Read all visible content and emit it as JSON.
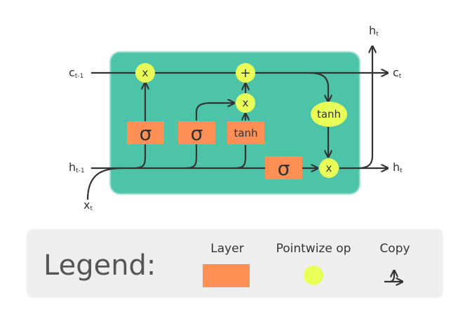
{
  "colors": {
    "cell_background": "#4ec3a7",
    "layer": "#ff9055",
    "pointwise": "#e8ff57",
    "wire": "#333333",
    "legend_panel": "#eeeeee"
  },
  "diagram": {
    "inputs": {
      "c_prev": {
        "main": "c",
        "sub": "t-1"
      },
      "h_prev": {
        "main": "h",
        "sub": "t-1"
      },
      "x": {
        "main": "x",
        "sub": "t"
      }
    },
    "outputs": {
      "c": {
        "main": "c",
        "sub": "t"
      },
      "h_right": {
        "main": "h",
        "sub": "t"
      },
      "h_top": {
        "main": "h",
        "sub": "t"
      }
    },
    "layers": {
      "forget": "σ",
      "input": "σ",
      "candidate": "tanh",
      "output": "σ"
    },
    "pointwise_ops": {
      "forget_mult": "x",
      "add": "+",
      "input_mult": "x",
      "tanh": "tanh",
      "output_mult": "x"
    }
  },
  "legend": {
    "title": "Legend:",
    "items": [
      {
        "label": "Layer",
        "icon": "orange-rectangle"
      },
      {
        "label": "Pointwize op",
        "icon": "yellow-circle"
      },
      {
        "label": "Copy",
        "icon": "copy-arrow-icon"
      }
    ]
  }
}
